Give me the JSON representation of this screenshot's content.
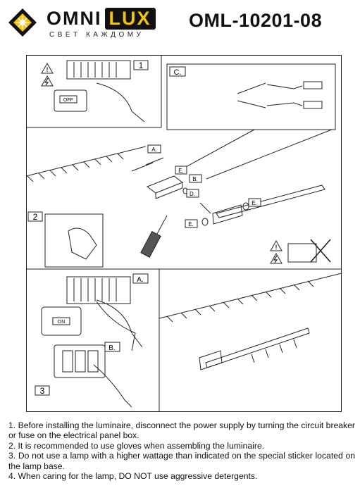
{
  "header": {
    "brand_left": "OMNI",
    "brand_right": "LUX",
    "tagline": "СВЕТ КАЖДОМУ",
    "model": "OML-10201-08"
  },
  "colors": {
    "logo_yellow": "#f1c40f",
    "ink": "#111111"
  },
  "steps": {
    "step1": "1",
    "step2": "2",
    "step3": "3",
    "box_c": "C.",
    "label_a": "A.",
    "label_b": "B.",
    "label_d": "D.",
    "label_e": "E.",
    "off_label": "OFF",
    "on_label": "ON"
  },
  "notes": [
    "1. Before installing the luminaire, disconnect the power supply by turning the circuit breaker or fuse on the electrical panel box.",
    "2. It is recommended to use gloves when assembling the luminaire.",
    "3. Do not use a lamp with a higher wattage than indicated on the special sticker located on the lamp base.",
    "4. When caring for the lamp, DO NOT use aggressive detergents."
  ]
}
